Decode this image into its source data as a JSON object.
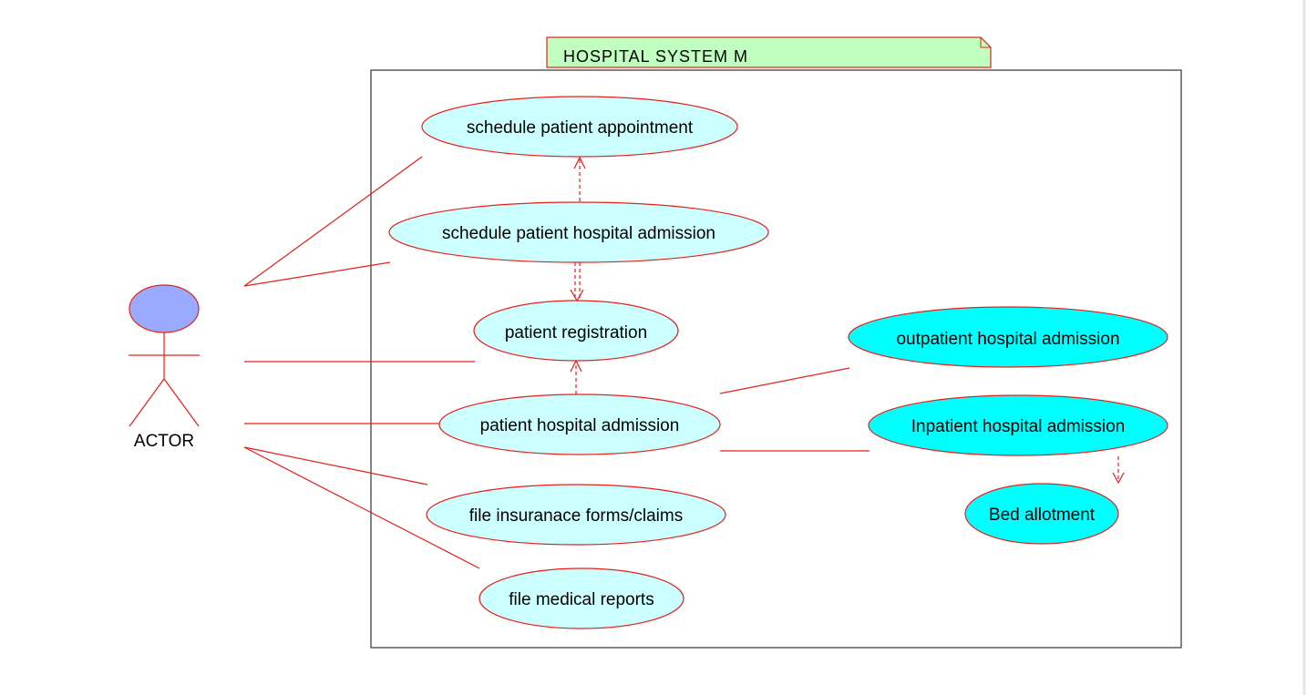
{
  "diagram": {
    "title": "HOSPITAL SYSTEM M",
    "actor": {
      "label": "ACTOR"
    },
    "use_cases": {
      "schedule_appointment": "schedule patient appointment",
      "schedule_admission": "schedule patient hospital admission",
      "registration": "patient registration",
      "hospital_admission": "patient hospital admission",
      "insurance": "file insuranace forms/claims",
      "medical_reports": "file medical reports",
      "outpatient": "outpatient hospital admission",
      "inpatient": "Inpatient hospital admission",
      "bed_allotment": "Bed allotment"
    },
    "colors": {
      "line": "#e8201a",
      "use_case_fill": "#ccffff",
      "highlight_fill": "#00ffff",
      "actor_head_fill": "#99aaff",
      "title_fill": "#c0ffc0"
    }
  }
}
